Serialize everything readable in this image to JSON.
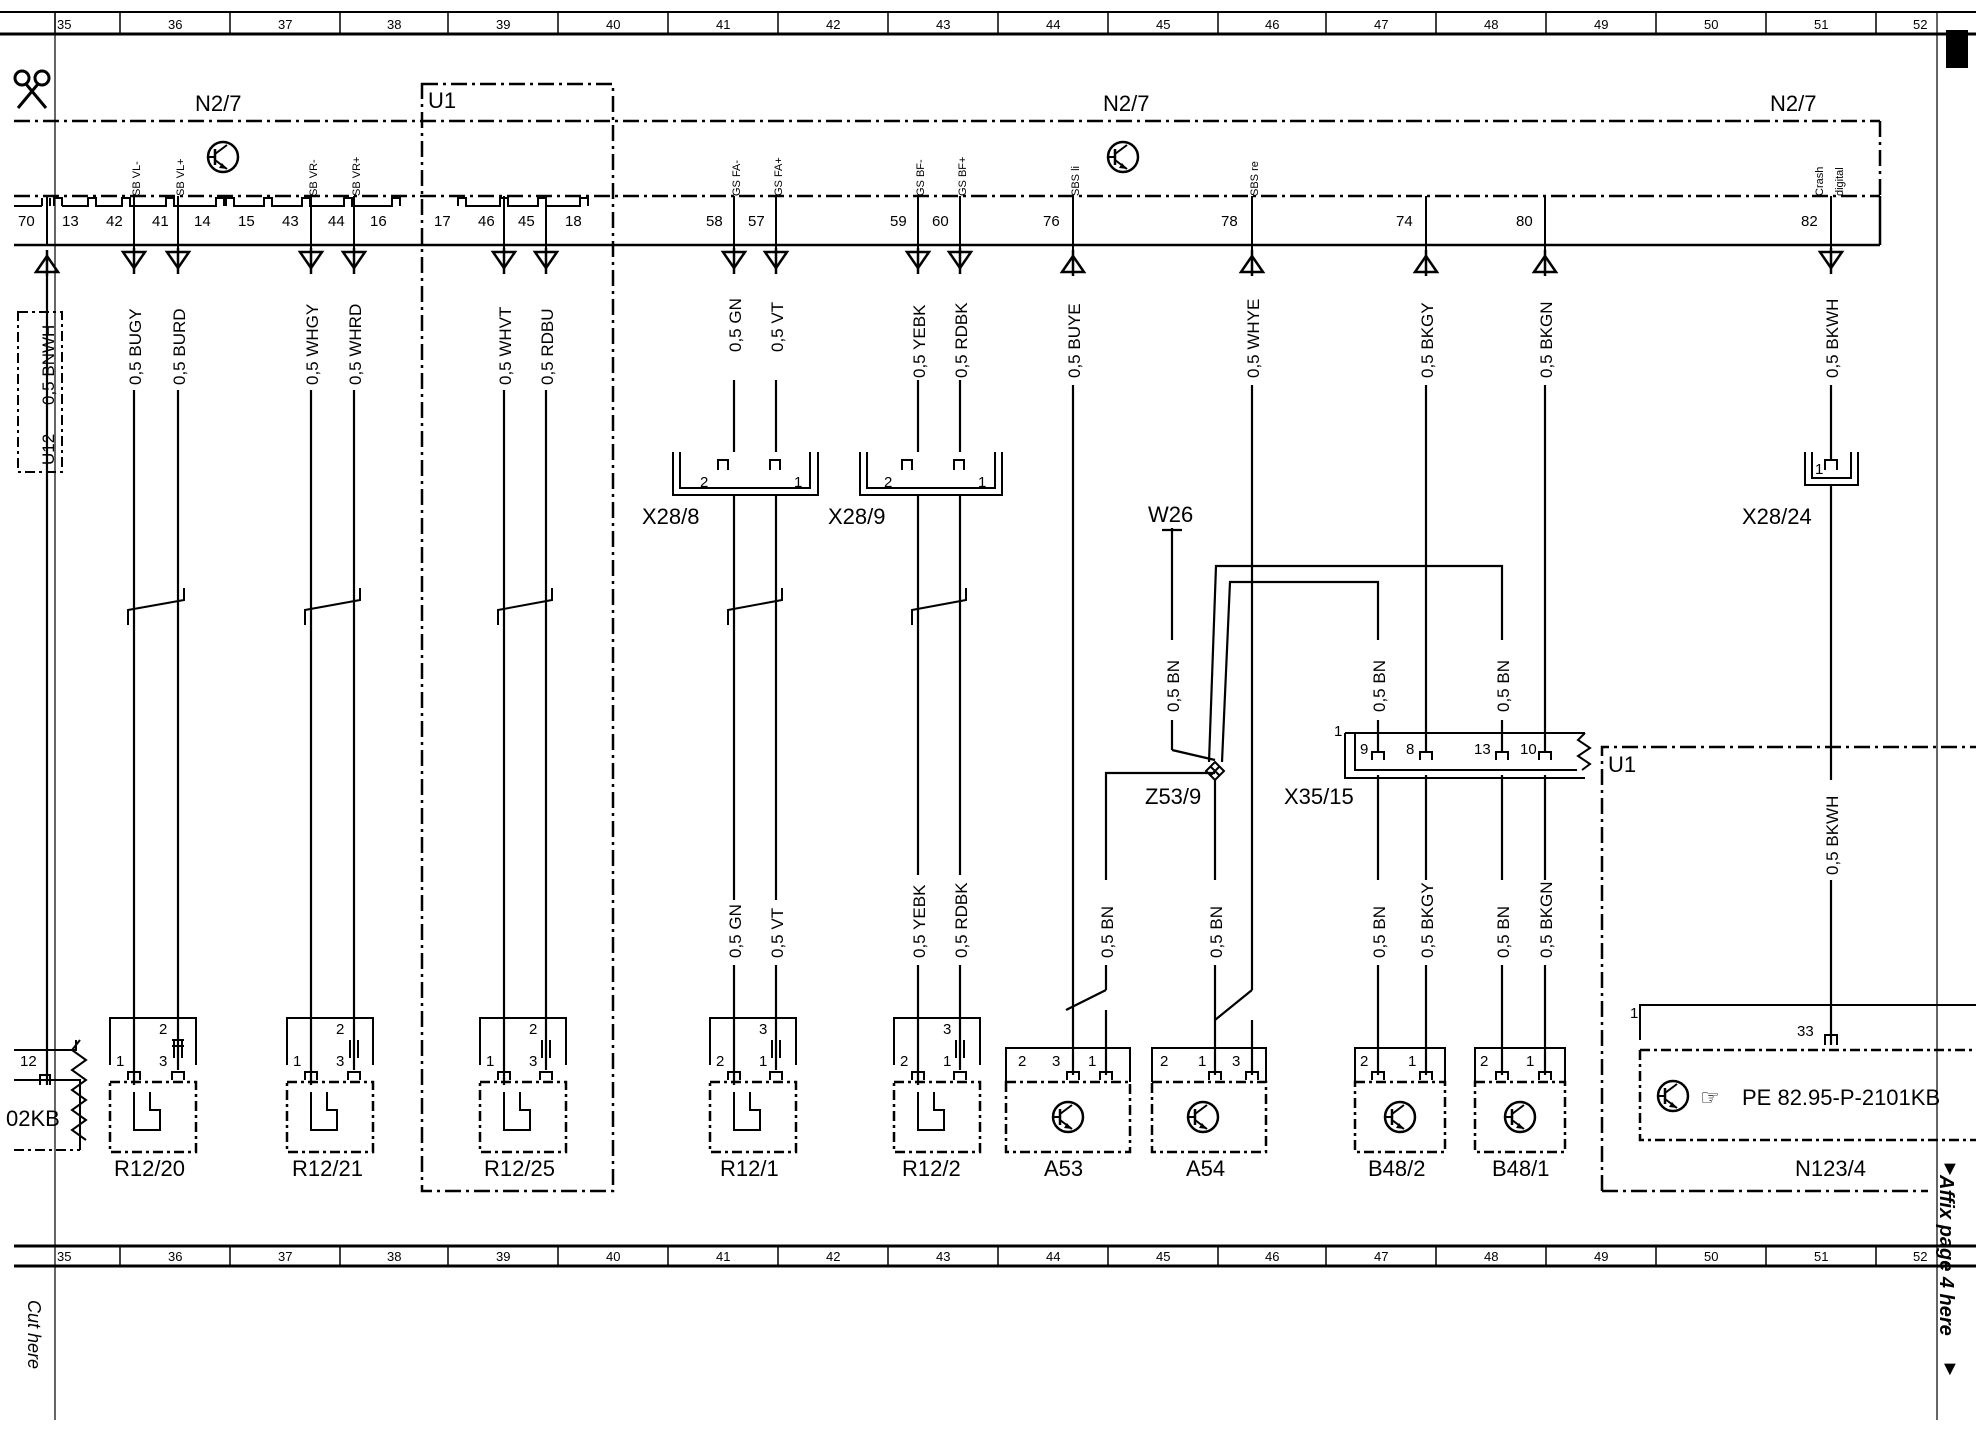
{
  "grid": {
    "columns": [
      "35",
      "36",
      "37",
      "38",
      "39",
      "40",
      "41",
      "42",
      "43",
      "44",
      "45",
      "46",
      "47",
      "48",
      "49",
      "50",
      "51",
      "52"
    ]
  },
  "modules": {
    "n2_7_a": "N2/7",
    "n2_7_b": "N2/7",
    "n2_7_c": "N2/7",
    "u1_top": "U1",
    "u1_bottom": "U1"
  },
  "module_signals": [
    {
      "id": "sbvl_minus",
      "text": "SB VL-"
    },
    {
      "id": "sbvl_plus",
      "text": "SB VL+"
    },
    {
      "id": "sbvr_minus",
      "text": "SB VR-"
    },
    {
      "id": "sbvr_plus",
      "text": "SB VR+"
    },
    {
      "id": "gsfa_minus",
      "text": "GS FA-"
    },
    {
      "id": "gsfa_plus",
      "text": "GS FA+"
    },
    {
      "id": "gsbf_minus",
      "text": "GS BF-"
    },
    {
      "id": "gsbf_plus",
      "text": "GS BF+"
    },
    {
      "id": "sbsli",
      "text": "SBS li"
    },
    {
      "id": "sbsre",
      "text": "SBS re"
    },
    {
      "id": "crash",
      "text": "Crash"
    },
    {
      "id": "digital",
      "text": "digital"
    }
  ],
  "module_pins": [
    {
      "id": "p70",
      "text": "70"
    },
    {
      "id": "p13",
      "text": "13"
    },
    {
      "id": "p42",
      "text": "42"
    },
    {
      "id": "p41",
      "text": "41"
    },
    {
      "id": "p14",
      "text": "14"
    },
    {
      "id": "p15",
      "text": "15"
    },
    {
      "id": "p43",
      "text": "43"
    },
    {
      "id": "p44",
      "text": "44"
    },
    {
      "id": "p16",
      "text": "16"
    },
    {
      "id": "p17",
      "text": "17"
    },
    {
      "id": "p46",
      "text": "46"
    },
    {
      "id": "p45",
      "text": "45"
    },
    {
      "id": "p18",
      "text": "18"
    },
    {
      "id": "p58",
      "text": "58"
    },
    {
      "id": "p57",
      "text": "57"
    },
    {
      "id": "p59",
      "text": "59"
    },
    {
      "id": "p60",
      "text": "60"
    },
    {
      "id": "p76",
      "text": "76"
    },
    {
      "id": "p78",
      "text": "78"
    },
    {
      "id": "p74",
      "text": "74"
    },
    {
      "id": "p80",
      "text": "80"
    },
    {
      "id": "p82",
      "text": "82"
    }
  ],
  "wire_labels": [
    {
      "id": "w_bnwh",
      "text": "0,5 BNWH"
    },
    {
      "id": "w_u12",
      "text": "U12"
    },
    {
      "id": "w_bugy",
      "text": "0,5 BUGY"
    },
    {
      "id": "w_burd",
      "text": "0,5 BURD"
    },
    {
      "id": "w_whgy",
      "text": "0,5 WHGY"
    },
    {
      "id": "w_whrd",
      "text": "0,5 WHRD"
    },
    {
      "id": "w_whvt",
      "text": "0,5 WHVT"
    },
    {
      "id": "w_rdbu",
      "text": "0,5 RDBU"
    },
    {
      "id": "w_gn_top",
      "text": "0,5 GN"
    },
    {
      "id": "w_vt_top",
      "text": "0,5 VT"
    },
    {
      "id": "w_yebk_top",
      "text": "0,5 YEBK"
    },
    {
      "id": "w_rdbk_top",
      "text": "0,5 RDBK"
    },
    {
      "id": "w_buye",
      "text": "0,5 BUYE"
    },
    {
      "id": "w_whye",
      "text": "0,5 WHYE"
    },
    {
      "id": "w_bkgy_top",
      "text": "0,5 BKGY"
    },
    {
      "id": "w_bkgn_top",
      "text": "0,5 BKGN"
    },
    {
      "id": "w_bkwh_top",
      "text": "0,5 BKWH"
    },
    {
      "id": "w_bn_w26",
      "text": "0,5 BN"
    },
    {
      "id": "w_bn_x35a",
      "text": "0,5 BN"
    },
    {
      "id": "w_bn_x35b",
      "text": "0,5 BN"
    },
    {
      "id": "w_bkwh_low",
      "text": "0,5 BKWH"
    },
    {
      "id": "w_gn_low",
      "text": "0,5 GN"
    },
    {
      "id": "w_vt_low",
      "text": "0,5 VT"
    },
    {
      "id": "w_yebk_low",
      "text": "0,5 YEBK"
    },
    {
      "id": "w_rdbk_low",
      "text": "0,5 RDBK"
    },
    {
      "id": "w_bn_a53",
      "text": "0,5 BN"
    },
    {
      "id": "w_bn_a54",
      "text": "0,5 BN"
    },
    {
      "id": "w_bn_b482",
      "text": "0,5 BN"
    },
    {
      "id": "w_bkgy_low",
      "text": "0,5 BKGY"
    },
    {
      "id": "w_bn_b481",
      "text": "0,5 BN"
    },
    {
      "id": "w_bkgn_low",
      "text": "0,5 BKGN"
    }
  ],
  "connectors": {
    "x28_8": "X28/8",
    "x28_9": "X28/9",
    "x28_24": "X28/24",
    "w26": "W26",
    "z53_9": "Z53/9",
    "x35_15": "X35/15"
  },
  "connector_pins": [
    {
      "id": "x288_2",
      "text": "2"
    },
    {
      "id": "x288_1",
      "text": "1"
    },
    {
      "id": "x289_2",
      "text": "2"
    },
    {
      "id": "x289_1",
      "text": "1"
    },
    {
      "id": "x2824_1",
      "text": "1"
    },
    {
      "id": "x35_1",
      "text": "1"
    },
    {
      "id": "x35_9",
      "text": "9"
    },
    {
      "id": "x35_8",
      "text": "8"
    },
    {
      "id": "x35_13",
      "text": "13"
    },
    {
      "id": "x35_10",
      "text": "10"
    }
  ],
  "components": [
    {
      "id": "r12_20",
      "text": "R12/20"
    },
    {
      "id": "r12_21",
      "text": "R12/21"
    },
    {
      "id": "r12_25",
      "text": "R12/25"
    },
    {
      "id": "r12_1",
      "text": "R12/1"
    },
    {
      "id": "r12_2",
      "text": "R12/2"
    },
    {
      "id": "a53",
      "text": "A53"
    },
    {
      "id": "a54",
      "text": "A54"
    },
    {
      "id": "b48_2",
      "text": "B48/2"
    },
    {
      "id": "b48_1",
      "text": "B48/1"
    },
    {
      "id": "n123_4",
      "text": "N123/4"
    }
  ],
  "component_pins": [
    {
      "id": "left12",
      "text": "12"
    },
    {
      "id": "r1220_2",
      "text": "2"
    },
    {
      "id": "r1220_1",
      "text": "1"
    },
    {
      "id": "r1220_3",
      "text": "3"
    },
    {
      "id": "r1221_2",
      "text": "2"
    },
    {
      "id": "r1221_1",
      "text": "1"
    },
    {
      "id": "r1221_3",
      "text": "3"
    },
    {
      "id": "r1225_2",
      "text": "2"
    },
    {
      "id": "r1225_1",
      "text": "1"
    },
    {
      "id": "r1225_3",
      "text": "3"
    },
    {
      "id": "r121_3",
      "text": "3"
    },
    {
      "id": "r121_2",
      "text": "2"
    },
    {
      "id": "r121_1",
      "text": "1"
    },
    {
      "id": "r122_3",
      "text": "3"
    },
    {
      "id": "r122_2",
      "text": "2"
    },
    {
      "id": "r122_1",
      "text": "1"
    },
    {
      "id": "a53_2",
      "text": "2"
    },
    {
      "id": "a53_3",
      "text": "3"
    },
    {
      "id": "a53_1",
      "text": "1"
    },
    {
      "id": "a54_2",
      "text": "2"
    },
    {
      "id": "a54_1",
      "text": "1"
    },
    {
      "id": "a54_3",
      "text": "3"
    },
    {
      "id": "b482_2",
      "text": "2"
    },
    {
      "id": "b482_1",
      "text": "1"
    },
    {
      "id": "b481_2",
      "text": "2"
    },
    {
      "id": "b481_1",
      "text": "1"
    },
    {
      "id": "n123_1",
      "text": "1"
    },
    {
      "id": "n123_33",
      "text": "33"
    }
  ],
  "texts": {
    "left_partial": "02KB",
    "reference": "PE 82.95-P-2101KB",
    "affix": "Affix page 4 here",
    "cut_here": "Cut here"
  }
}
